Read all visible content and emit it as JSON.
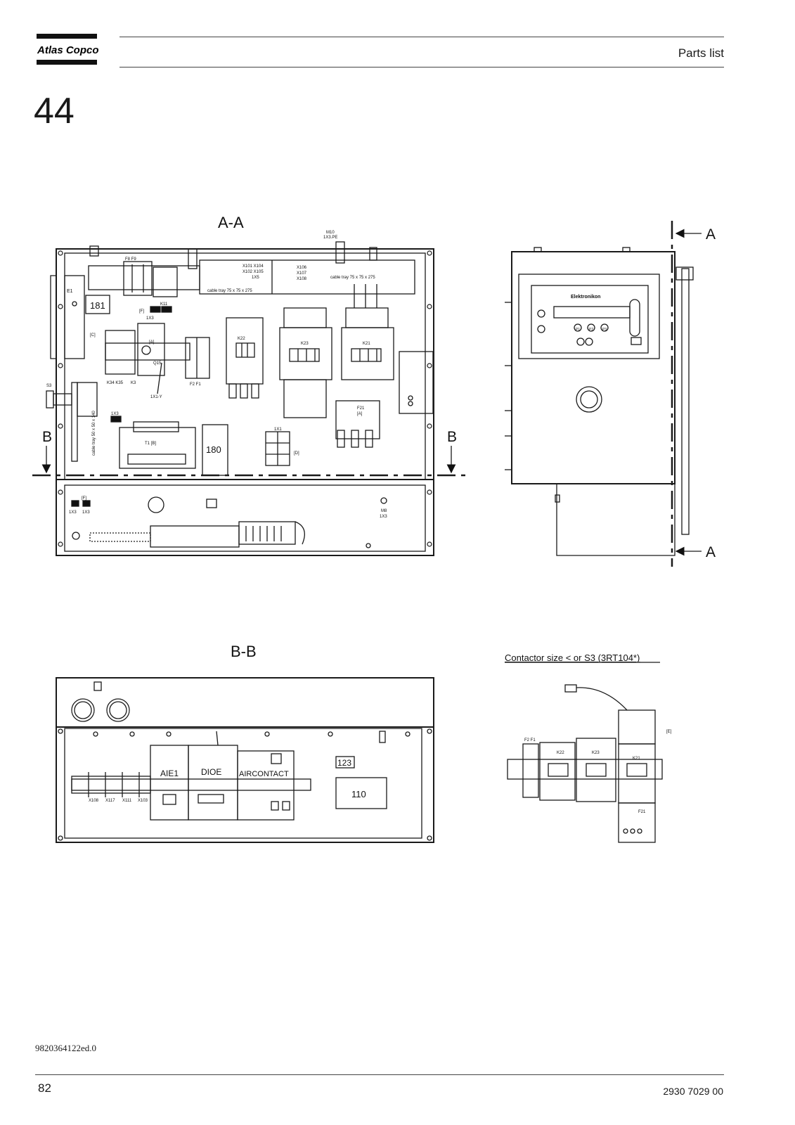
{
  "header": {
    "brand": "Atlas Copco",
    "title": "Parts list"
  },
  "section_number": "44",
  "views": {
    "aa": {
      "title": "A-A",
      "section_marker": "A",
      "cut_marker": "B",
      "labels": {
        "e1": "E1",
        "n181": "181",
        "c": "[C]",
        "k11": "K11",
        "f": "[F]",
        "x1x3": "1X3",
        "a": "[A]",
        "q15": "Q15",
        "k34k35": "K34  K35",
        "k3": "K3",
        "x1y": "1X1-Y",
        "f2f1": "F2  F1",
        "k22": "K22",
        "k23": "K23",
        "k21": "K21",
        "f21": "F21",
        "f21a": "[A]",
        "s3": "S3",
        "tray_side": "cable tray 50 x 50 x 140",
        "t1b": "T1  [B]",
        "n180": "180",
        "x1x1": "1X1",
        "d": "[D]",
        "m10": "M10",
        "m10b": "1X3.PE",
        "x101": "X101 X104",
        "x102": "X102 X105",
        "x5": "1X5",
        "x106": "X106",
        "x107": "X107",
        "x108": "X108",
        "tray_top": "cable tray 75 x 75 x 275",
        "tray_mid": "cable tray 75 x 75 x 275",
        "x1x3b": "1X3",
        "f_low": "[F]",
        "x3a": "1X3",
        "x3b": "1X3",
        "m8": "M8",
        "m8b": "1X3",
        "ff": "F8  F9"
      }
    },
    "front": {
      "section_marker_top": "A",
      "section_marker_bottom": "A",
      "controller_brand": "Elektronikon",
      "keys": [
        "P1",
        "P2",
        "P3"
      ]
    },
    "bb": {
      "title": "B-B",
      "modules": [
        "AIE1",
        "DIOE",
        "AIRCONTACT"
      ],
      "tag_123": "123",
      "tag_110": "110",
      "terminals": [
        "X108",
        "X117",
        "X111",
        "X103"
      ]
    },
    "contactor": {
      "caption": "Contactor size < or S3 (3RT104*)",
      "labels": {
        "f2f1": "F2 F1",
        "k22": "K22",
        "k23": "K23",
        "k21": "K21",
        "f21": "F21",
        "e": "[E]"
      }
    }
  },
  "footer": {
    "doc_code": "9820364122ed.0",
    "page": "82",
    "part_number": "2930 7029 00"
  }
}
